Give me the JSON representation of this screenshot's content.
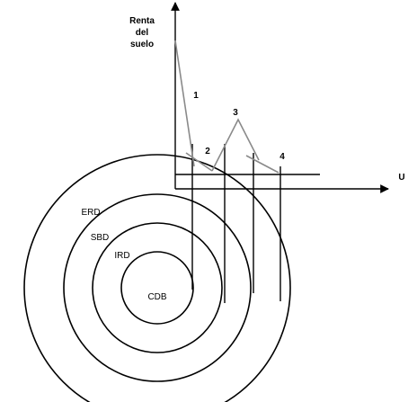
{
  "axis_labels": {
    "y_line1": "Renta",
    "y_line2": "del",
    "y_line3": "suelo",
    "x": "U"
  },
  "zones": [
    {
      "label": "ERD"
    },
    {
      "label": "SBD"
    },
    {
      "label": "IRD"
    },
    {
      "label": "CDB"
    }
  ],
  "curves": [
    {
      "label": "1"
    },
    {
      "label": "2"
    },
    {
      "label": "3"
    },
    {
      "label": "4"
    }
  ],
  "colors": {
    "ink": "#000000",
    "curve": "#8a8a8a",
    "background": "#ffffff"
  }
}
